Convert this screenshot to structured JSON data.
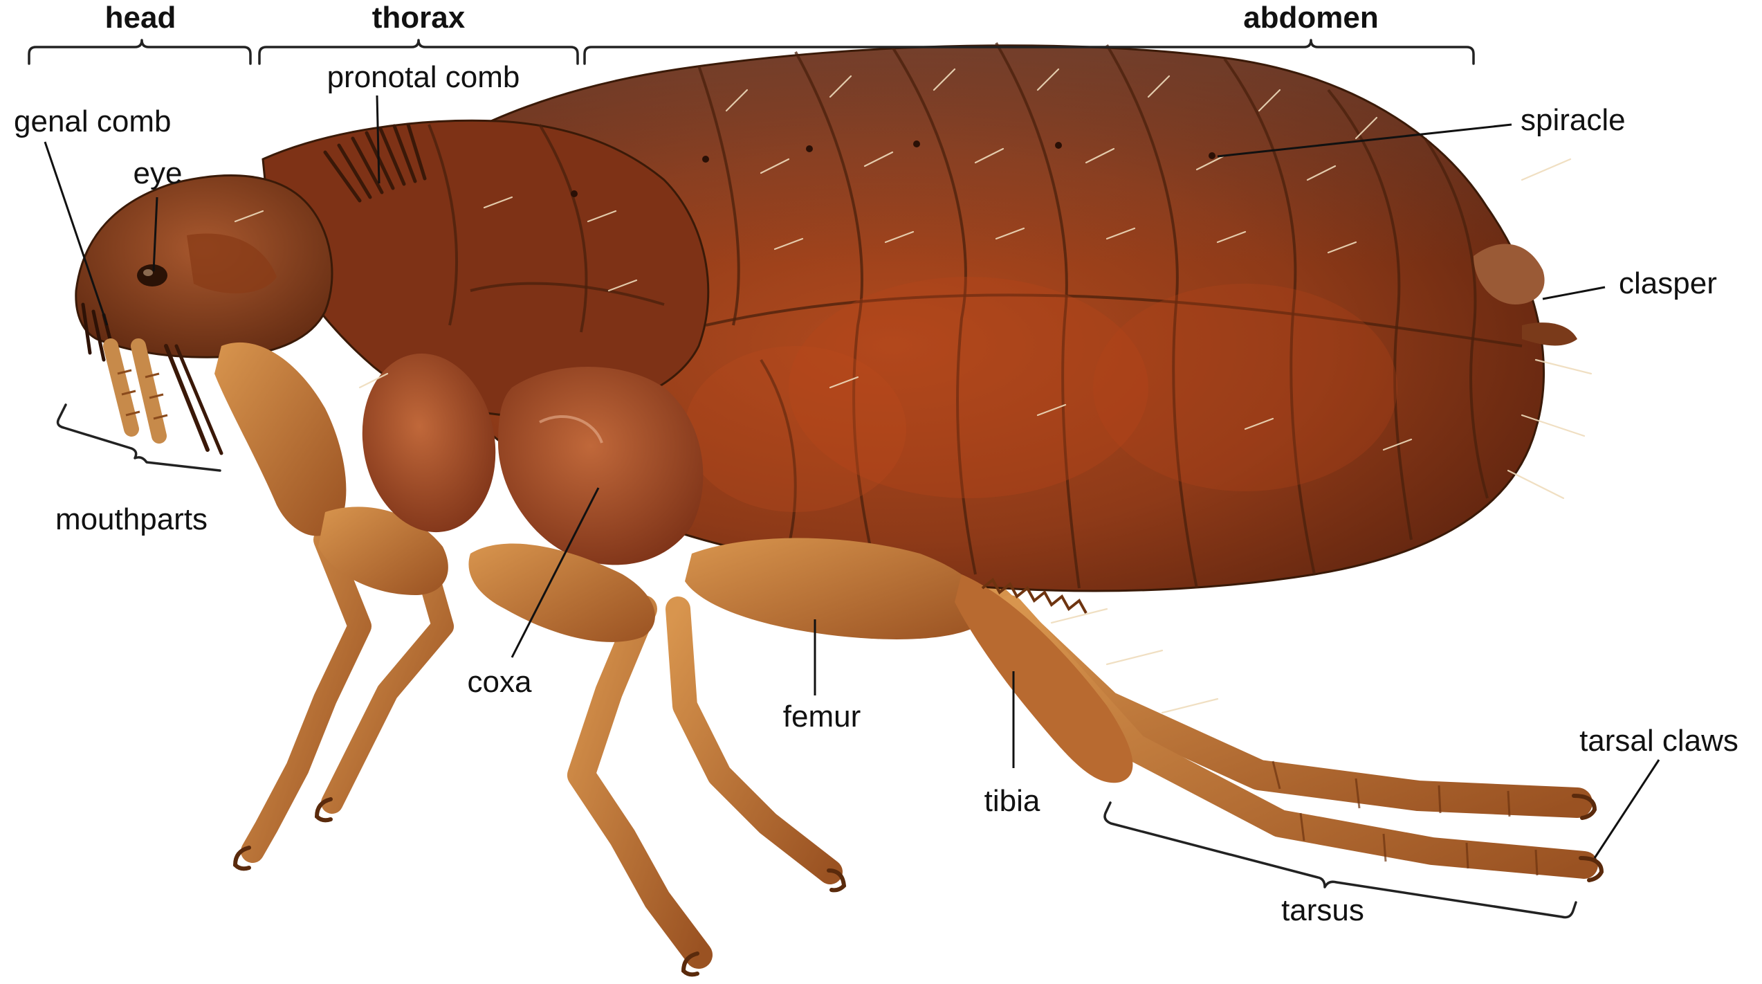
{
  "sections": {
    "head": "head",
    "thorax": "thorax",
    "abdomen": "abdomen"
  },
  "labels": {
    "genal_comb": "genal comb",
    "eye": "eye",
    "pronotal_comb": "pronotal comb",
    "spiracle": "spiracle",
    "clasper": "clasper",
    "mouthparts": "mouthparts",
    "coxa": "coxa",
    "femur": "femur",
    "tibia": "tibia",
    "tarsal_claws": "tarsal claws",
    "tarsus": "tarsus"
  },
  "colors": {
    "body_dark": "#6a2a12",
    "body_mid": "#8e3a18",
    "body_light": "#b86a36",
    "leg": "#c07a3a",
    "leg_dark": "#8a4a1c",
    "hair": "#efdcbc",
    "text": "#111111",
    "background": "#ffffff"
  }
}
